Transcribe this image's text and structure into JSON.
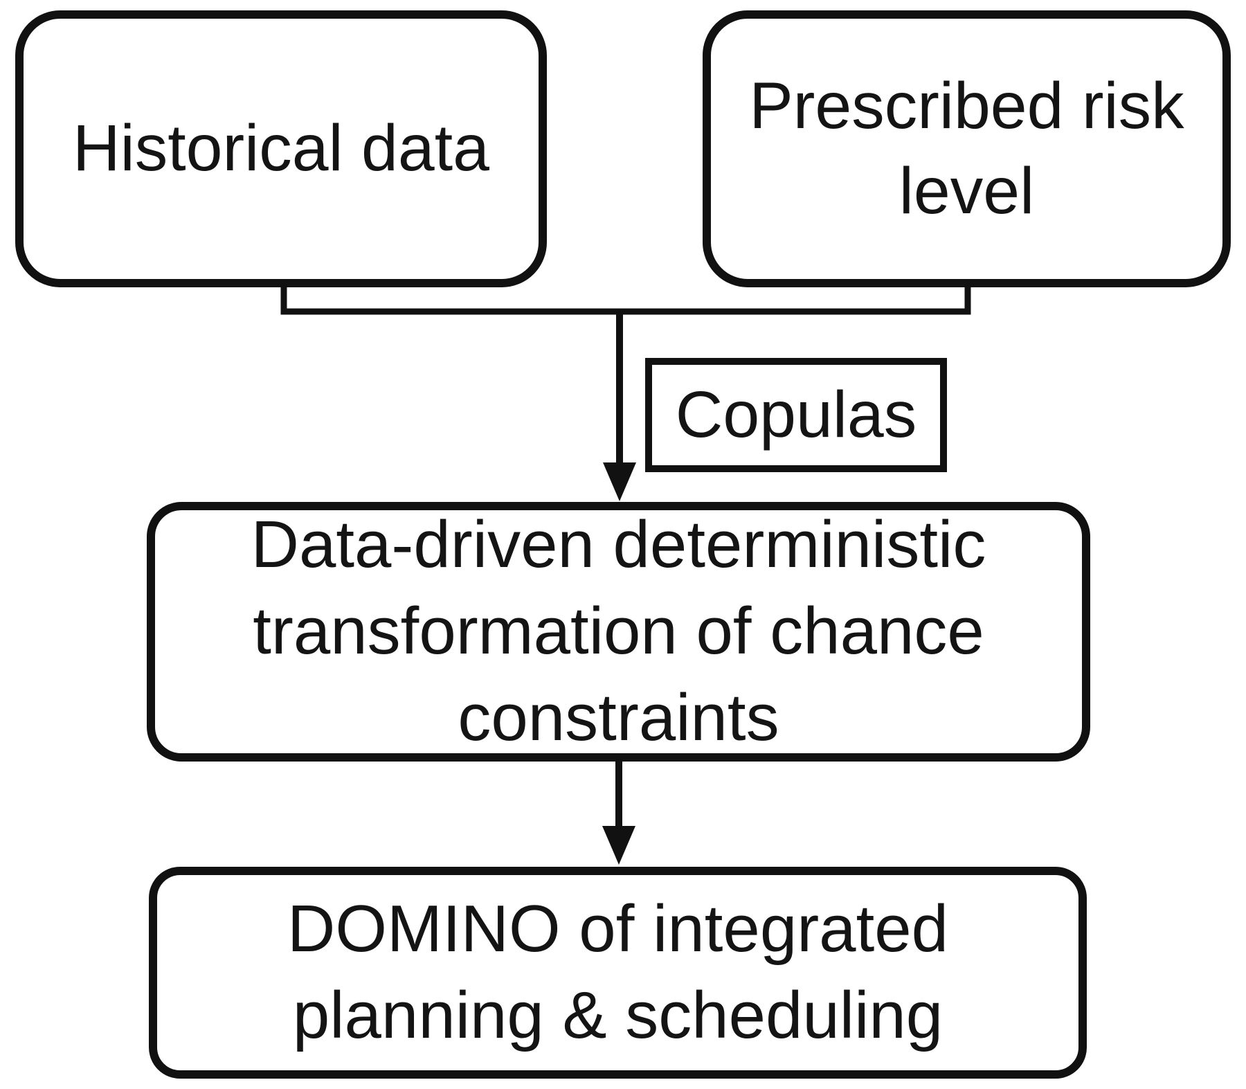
{
  "figure": {
    "type": "flowchart",
    "background_color": "#ffffff",
    "line_color": "#111111",
    "text_color": "#141414"
  },
  "nodes": {
    "historical_data": {
      "label": "Historical data",
      "shape": "rounded-rectangle",
      "lines": [
        "Historical data"
      ]
    },
    "prescribed_risk": {
      "label": "Prescribed risk level",
      "shape": "rounded-rectangle",
      "lines": [
        "Prescribed risk",
        "level"
      ]
    },
    "copulas": {
      "label": "Copulas",
      "shape": "rectangle",
      "lines": [
        "Copulas"
      ]
    },
    "transformation": {
      "label": "Data-driven deterministic transformation of chance constraints",
      "shape": "rounded-rectangle",
      "lines": [
        "Data-driven deterministic",
        "transformation of chance",
        "constraints"
      ]
    },
    "domino": {
      "label": "DOMINO of integrated planning & scheduling",
      "shape": "rounded-rectangle",
      "lines": [
        "DOMINO of integrated",
        "planning & scheduling"
      ]
    }
  },
  "edges": [
    {
      "from": "historical_data",
      "to": "transformation",
      "style": "merge-bracket-then-arrow",
      "label": "Copulas"
    },
    {
      "from": "prescribed_risk",
      "to": "transformation",
      "style": "merge-bracket-then-arrow",
      "label": "Copulas"
    },
    {
      "from": "transformation",
      "to": "domino",
      "style": "arrow"
    }
  ]
}
